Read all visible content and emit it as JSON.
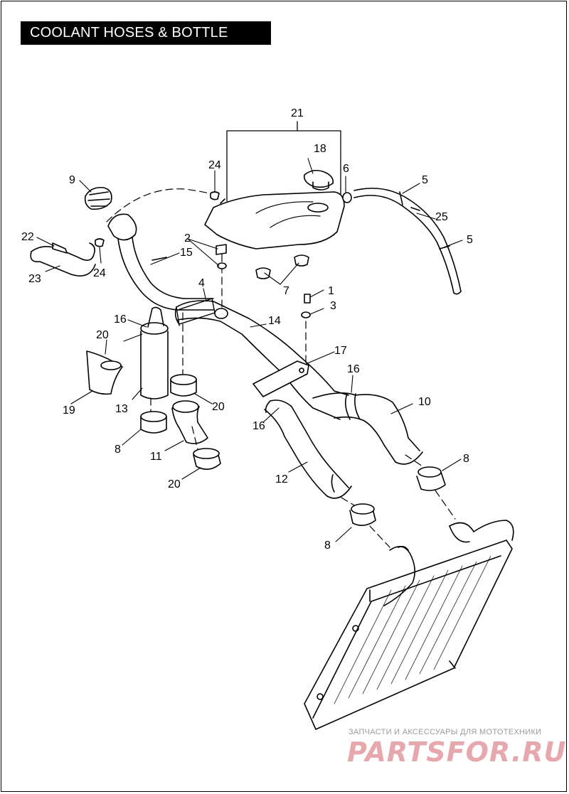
{
  "title": "COOLANT HOSES & BOTTLE",
  "callouts": {
    "c1": "1",
    "c2": "2",
    "c3": "3",
    "c4": "4",
    "c5a": "5",
    "c5b": "5",
    "c6": "6",
    "c7": "7",
    "c8a": "8",
    "c8b": "8",
    "c8c": "8",
    "c9": "9",
    "c10": "10",
    "c11": "11",
    "c12": "12",
    "c13": "13",
    "c14": "14",
    "c15": "15",
    "c16a": "16",
    "c16b": "16",
    "c16c": "16",
    "c17": "17",
    "c18": "18",
    "c19": "19",
    "c20a": "20",
    "c20b": "20",
    "c20c": "20",
    "c21": "21",
    "c22": "22",
    "c23": "23",
    "c24a": "24",
    "c24b": "24",
    "c25": "25"
  },
  "watermark": {
    "tagline": "ЗАПЧАСТИ И АКСЕССУАРЫ ДЛЯ МОТОТЕХНИКИ",
    "brand": "PARTSFOR.RU"
  }
}
